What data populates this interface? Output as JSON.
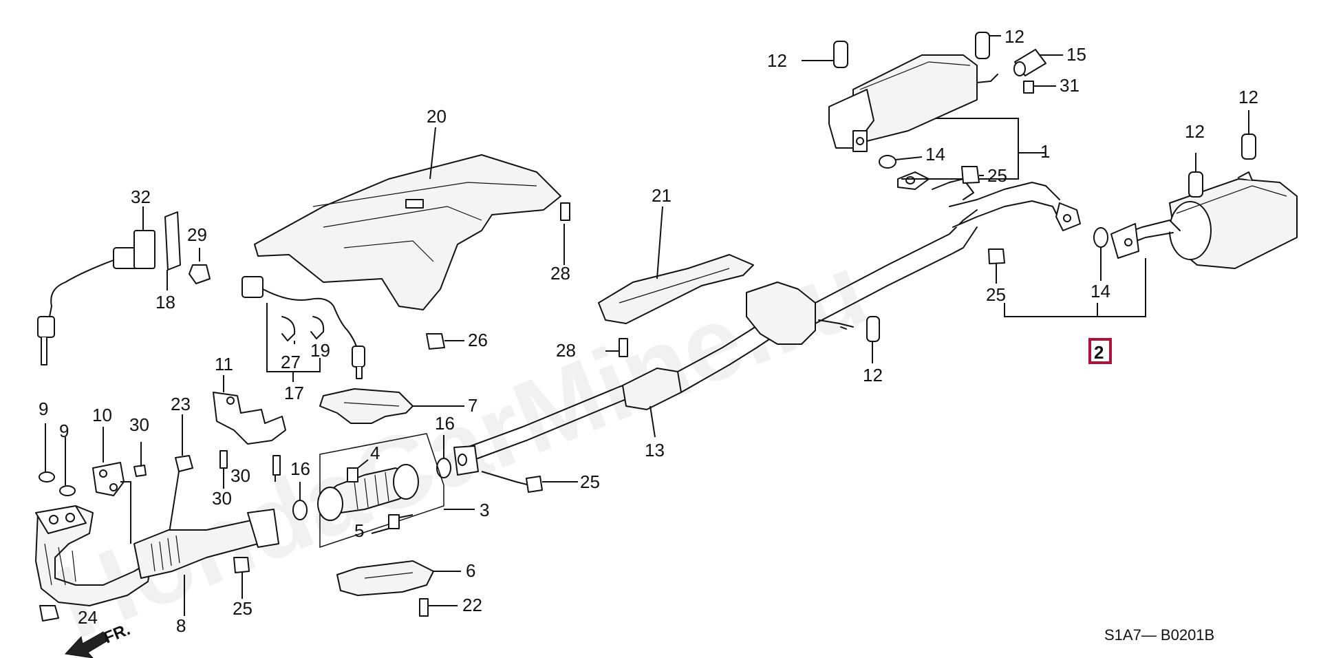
{
  "diagram": {
    "callouts": [
      "1",
      "2",
      "3",
      "4",
      "5",
      "6",
      "7",
      "8",
      "9",
      "10",
      "11",
      "12",
      "13",
      "14",
      "15",
      "16",
      "17",
      "18",
      "19",
      "20",
      "21",
      "22",
      "23",
      "24",
      "25",
      "26",
      "27",
      "28",
      "29",
      "30",
      "31",
      "32"
    ],
    "highlighted_callout": "2",
    "front_arrow_label": "FR.",
    "diagram_code": "S1A7— B0201B",
    "watermark": "HondaCarMine.ru",
    "colors": {
      "line": "#111111",
      "highlight": "#b0103a",
      "background": "#ffffff"
    }
  }
}
